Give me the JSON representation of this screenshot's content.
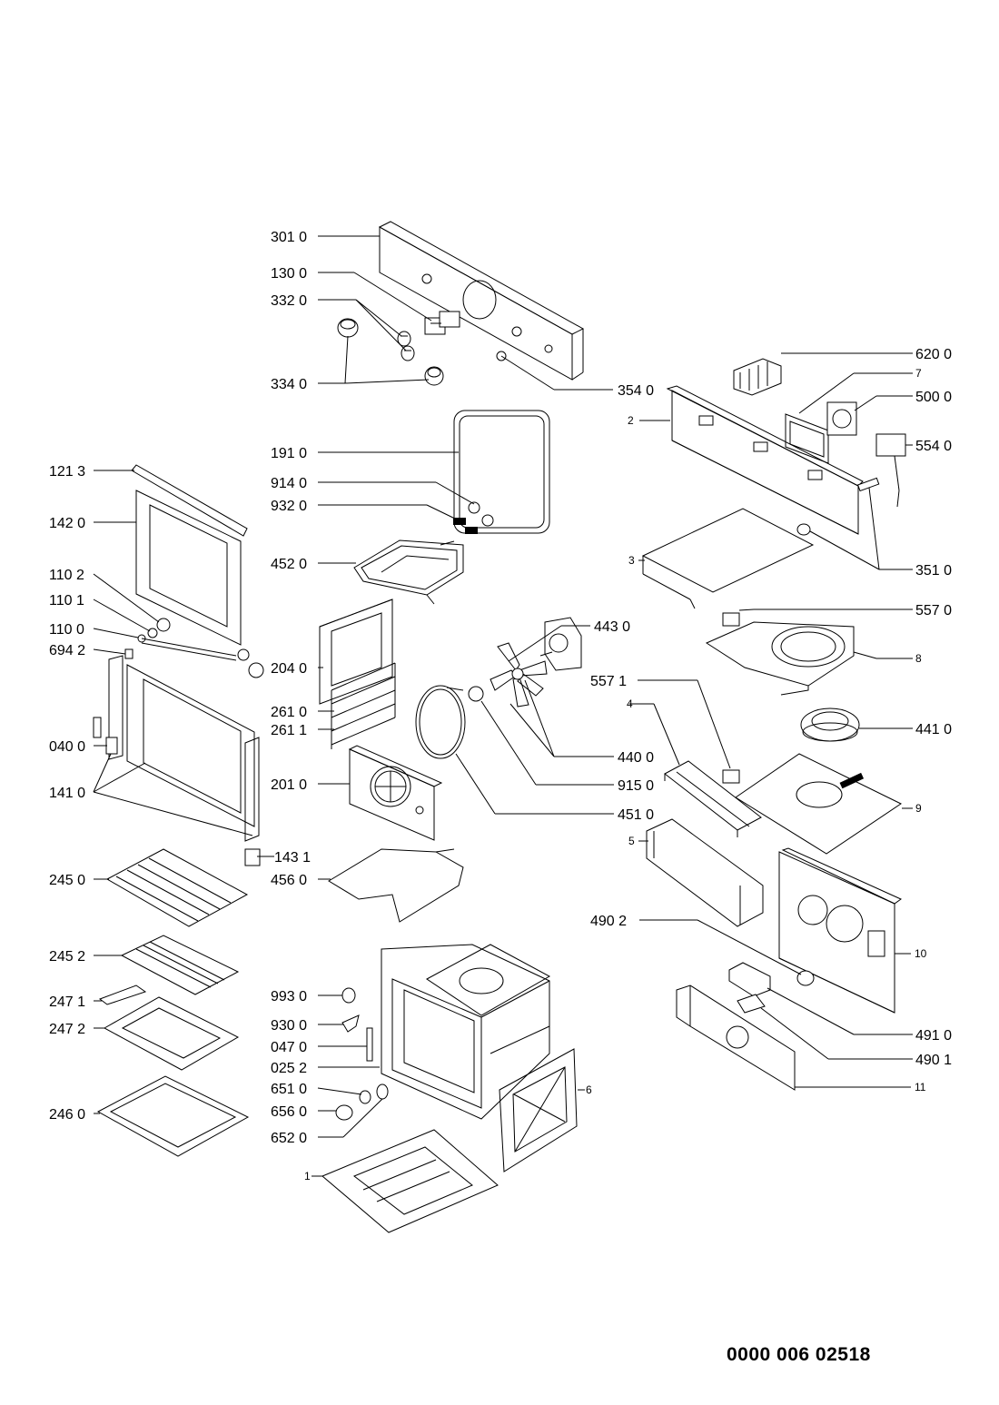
{
  "document_number": "0000 006 02518",
  "part_labels": {
    "p3010": "301 0",
    "p1300": "130 0",
    "p3320": "332 0",
    "p3340": "334 0",
    "p3540": "354 0",
    "p1910": "191 0",
    "p9140": "914 0",
    "p9320": "932 0",
    "p4520": "452 0",
    "p2040": "204 0",
    "p2610": "261 0",
    "p2611": "261 1",
    "p2010": "201 0",
    "p1431": "143 1",
    "p4560": "456 0",
    "p1213": "121 3",
    "p1420": "142 0",
    "p1102": "110 2",
    "p1101": "110 1",
    "p1100": "110 0",
    "p6942": "694 2",
    "p0400": "040 0",
    "p1410": "141 0",
    "p2450": "245 0",
    "p2452": "245 2",
    "p2471": "247 1",
    "p2472": "247 2",
    "p2460": "246 0",
    "p9930": "993 0",
    "p9300": "930 0",
    "p0470": "047 0",
    "p0252": "025 2",
    "p6510": "651 0",
    "p6560": "656 0",
    "p6520": "652 0",
    "p1": "1",
    "p6": "6",
    "p6200": "620 0",
    "p7": "7",
    "p5000": "500 0",
    "p2": "2",
    "p5540": "554 0",
    "p3": "3",
    "p3510": "351 0",
    "p5570": "557 0",
    "p8": "8",
    "p4430": "443 0",
    "p5571": "557 1",
    "p4": "4",
    "p4410": "441 0",
    "p4400": "440 0",
    "p9150": "915 0",
    "p4510": "451 0",
    "p9": "9",
    "p5": "5",
    "p4902": "490 2",
    "p10": "10",
    "p4910": "491 0",
    "p4901": "490 1",
    "p11": "11"
  }
}
